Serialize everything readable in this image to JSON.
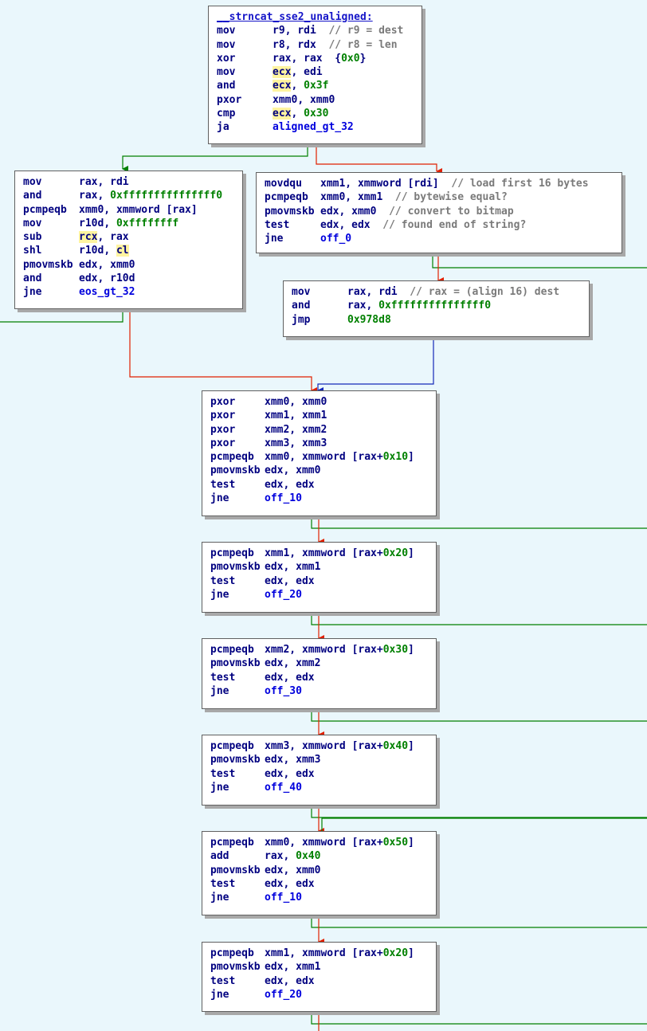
{
  "colors": {
    "background": "#eaf7fc",
    "true_edge": "#008000",
    "false_edge": "#e02000",
    "jump_edge": "#1428b8",
    "register": "#000080",
    "number": "#008000",
    "label": "#0000dd",
    "comment": "#7a7a7a",
    "highlight": "#fff4a0"
  },
  "blocks": [
    {
      "id": "b0",
      "title": "__strncat_sse2_unaligned:",
      "lines": [
        {
          "mn": "mov",
          "op": [
            {
              "t": "r9",
              "c": "reg"
            },
            {
              "t": ", "
            },
            {
              "t": "rdi",
              "c": "reg"
            },
            {
              "t": "  // r9 = dest",
              "c": "cmt"
            }
          ]
        },
        {
          "mn": "mov",
          "op": [
            {
              "t": "r8",
              "c": "reg"
            },
            {
              "t": ", "
            },
            {
              "t": "rdx",
              "c": "reg"
            },
            {
              "t": "  // r8 = len",
              "c": "cmt"
            }
          ]
        },
        {
          "mn": "xor",
          "op": [
            {
              "t": "rax",
              "c": "reg"
            },
            {
              "t": ", "
            },
            {
              "t": "rax",
              "c": "reg"
            },
            {
              "t": "  {"
            },
            {
              "t": "0x0",
              "c": "num"
            },
            {
              "t": "}"
            }
          ]
        },
        {
          "mn": "mov",
          "op": [
            {
              "t": "ecx",
              "c": "reg",
              "hl": true
            },
            {
              "t": ", "
            },
            {
              "t": "edi",
              "c": "reg"
            }
          ]
        },
        {
          "mn": "and",
          "op": [
            {
              "t": "ecx",
              "c": "reg",
              "hl": true
            },
            {
              "t": ", "
            },
            {
              "t": "0x3f",
              "c": "num"
            }
          ]
        },
        {
          "mn": "pxor",
          "op": [
            {
              "t": "xmm0",
              "c": "reg"
            },
            {
              "t": ", "
            },
            {
              "t": "xmm0",
              "c": "reg"
            }
          ]
        },
        {
          "mn": "cmp",
          "op": [
            {
              "t": "ecx",
              "c": "reg",
              "hl": true
            },
            {
              "t": ", "
            },
            {
              "t": "0x30",
              "c": "num"
            }
          ]
        },
        {
          "mn": "ja",
          "op": [
            {
              "t": "aligned_gt_32",
              "c": "lbl"
            }
          ]
        }
      ]
    },
    {
      "id": "b1",
      "lines": [
        {
          "mn": "mov",
          "op": [
            {
              "t": "rax",
              "c": "reg"
            },
            {
              "t": ", "
            },
            {
              "t": "rdi",
              "c": "reg"
            }
          ]
        },
        {
          "mn": "and",
          "op": [
            {
              "t": "rax",
              "c": "reg"
            },
            {
              "t": ", "
            },
            {
              "t": "0xfffffffffffffff0",
              "c": "num"
            }
          ]
        },
        {
          "mn": "pcmpeqb",
          "op": [
            {
              "t": "xmm0, xmmword [rax]",
              "c": "reg"
            }
          ]
        },
        {
          "mn": "mov",
          "op": [
            {
              "t": "r10d",
              "c": "reg"
            },
            {
              "t": ", "
            },
            {
              "t": "0xffffffff",
              "c": "num"
            }
          ]
        },
        {
          "mn": "sub",
          "op": [
            {
              "t": "rcx",
              "c": "reg",
              "hl": true
            },
            {
              "t": ", "
            },
            {
              "t": "rax",
              "c": "reg"
            }
          ]
        },
        {
          "mn": "shl",
          "op": [
            {
              "t": "r10d",
              "c": "reg"
            },
            {
              "t": ", "
            },
            {
              "t": "cl",
              "c": "reg",
              "hl": true
            }
          ]
        },
        {
          "mn": "pmovmskb",
          "op": [
            {
              "t": "edx, xmm0",
              "c": "reg"
            }
          ]
        },
        {
          "mn": "and",
          "op": [
            {
              "t": "edx",
              "c": "reg"
            },
            {
              "t": ", "
            },
            {
              "t": "r10d",
              "c": "reg"
            }
          ]
        },
        {
          "mn": "jne",
          "op": [
            {
              "t": "eos_gt_32",
              "c": "lbl"
            }
          ]
        }
      ]
    },
    {
      "id": "b2",
      "lines": [
        {
          "mn": "movdqu",
          "op": [
            {
              "t": "xmm1, xmmword [rdi]",
              "c": "reg"
            },
            {
              "t": "  // load first 16 bytes",
              "c": "cmt"
            }
          ]
        },
        {
          "mn": "pcmpeqb",
          "op": [
            {
              "t": "xmm0, xmm1",
              "c": "reg"
            },
            {
              "t": "  // bytewise equal?",
              "c": "cmt"
            }
          ]
        },
        {
          "mn": "pmovmskb",
          "op": [
            {
              "t": "edx, xmm0",
              "c": "reg"
            },
            {
              "t": "  // convert to bitmap",
              "c": "cmt"
            }
          ]
        },
        {
          "mn": "test",
          "op": [
            {
              "t": "edx, edx",
              "c": "reg"
            },
            {
              "t": "  // found end of string?",
              "c": "cmt"
            }
          ]
        },
        {
          "mn": "jne",
          "op": [
            {
              "t": "off_0",
              "c": "lbl"
            }
          ]
        }
      ]
    },
    {
      "id": "b3",
      "lines": [
        {
          "mn": "mov",
          "op": [
            {
              "t": "rax",
              "c": "reg"
            },
            {
              "t": ", "
            },
            {
              "t": "rdi",
              "c": "reg"
            },
            {
              "t": "  // rax = (align 16) dest",
              "c": "cmt"
            }
          ]
        },
        {
          "mn": "and",
          "op": [
            {
              "t": "rax",
              "c": "reg"
            },
            {
              "t": ", "
            },
            {
              "t": "0xfffffffffffffff0",
              "c": "num"
            }
          ]
        },
        {
          "mn": "jmp",
          "op": [
            {
              "t": "0x978d8",
              "c": "num"
            }
          ]
        }
      ]
    },
    {
      "id": "b4",
      "lines": [
        {
          "mn": "pxor",
          "op": [
            {
              "t": "xmm0, xmm0",
              "c": "reg"
            }
          ]
        },
        {
          "mn": "pxor",
          "op": [
            {
              "t": "xmm1, xmm1",
              "c": "reg"
            }
          ]
        },
        {
          "mn": "pxor",
          "op": [
            {
              "t": "xmm2, xmm2",
              "c": "reg"
            }
          ]
        },
        {
          "mn": "pxor",
          "op": [
            {
              "t": "xmm3, xmm3",
              "c": "reg"
            }
          ]
        },
        {
          "mn": "pcmpeqb",
          "op": [
            {
              "t": "xmm0, xmmword [rax+",
              "c": "reg"
            },
            {
              "t": "0x10",
              "c": "num"
            },
            {
              "t": "]",
              "c": "reg"
            }
          ]
        },
        {
          "mn": "pmovmskb",
          "op": [
            {
              "t": "edx, xmm0",
              "c": "reg"
            }
          ]
        },
        {
          "mn": "test",
          "op": [
            {
              "t": "edx, edx",
              "c": "reg"
            }
          ]
        },
        {
          "mn": "jne",
          "op": [
            {
              "t": "off_10",
              "c": "lbl"
            }
          ]
        }
      ]
    },
    {
      "id": "b5",
      "lines": [
        {
          "mn": "pcmpeqb",
          "op": [
            {
              "t": "xmm1, xmmword [rax+",
              "c": "reg"
            },
            {
              "t": "0x20",
              "c": "num"
            },
            {
              "t": "]",
              "c": "reg"
            }
          ]
        },
        {
          "mn": "pmovmskb",
          "op": [
            {
              "t": "edx, xmm1",
              "c": "reg"
            }
          ]
        },
        {
          "mn": "test",
          "op": [
            {
              "t": "edx, edx",
              "c": "reg"
            }
          ]
        },
        {
          "mn": "jne",
          "op": [
            {
              "t": "off_20",
              "c": "lbl"
            }
          ]
        }
      ]
    },
    {
      "id": "b6",
      "lines": [
        {
          "mn": "pcmpeqb",
          "op": [
            {
              "t": "xmm2, xmmword [rax+",
              "c": "reg"
            },
            {
              "t": "0x30",
              "c": "num"
            },
            {
              "t": "]",
              "c": "reg"
            }
          ]
        },
        {
          "mn": "pmovmskb",
          "op": [
            {
              "t": "edx, xmm2",
              "c": "reg"
            }
          ]
        },
        {
          "mn": "test",
          "op": [
            {
              "t": "edx, edx",
              "c": "reg"
            }
          ]
        },
        {
          "mn": "jne",
          "op": [
            {
              "t": "off_30",
              "c": "lbl"
            }
          ]
        }
      ]
    },
    {
      "id": "b7",
      "lines": [
        {
          "mn": "pcmpeqb",
          "op": [
            {
              "t": "xmm3, xmmword [rax+",
              "c": "reg"
            },
            {
              "t": "0x40",
              "c": "num"
            },
            {
              "t": "]",
              "c": "reg"
            }
          ]
        },
        {
          "mn": "pmovmskb",
          "op": [
            {
              "t": "edx, xmm3",
              "c": "reg"
            }
          ]
        },
        {
          "mn": "test",
          "op": [
            {
              "t": "edx, edx",
              "c": "reg"
            }
          ]
        },
        {
          "mn": "jne",
          "op": [
            {
              "t": "off_40",
              "c": "lbl"
            }
          ]
        }
      ]
    },
    {
      "id": "b8",
      "lines": [
        {
          "mn": "pcmpeqb",
          "op": [
            {
              "t": "xmm0, xmmword [rax+",
              "c": "reg"
            },
            {
              "t": "0x50",
              "c": "num"
            },
            {
              "t": "]",
              "c": "reg"
            }
          ]
        },
        {
          "mn": "add",
          "op": [
            {
              "t": "rax",
              "c": "reg"
            },
            {
              "t": ", "
            },
            {
              "t": "0x40",
              "c": "num"
            }
          ]
        },
        {
          "mn": "pmovmskb",
          "op": [
            {
              "t": "edx, xmm0",
              "c": "reg"
            }
          ]
        },
        {
          "mn": "test",
          "op": [
            {
              "t": "edx, edx",
              "c": "reg"
            }
          ]
        },
        {
          "mn": "jne",
          "op": [
            {
              "t": "off_10",
              "c": "lbl"
            }
          ]
        }
      ]
    },
    {
      "id": "b9",
      "lines": [
        {
          "mn": "pcmpeqb",
          "op": [
            {
              "t": "xmm1, xmmword [rax+",
              "c": "reg"
            },
            {
              "t": "0x20",
              "c": "num"
            },
            {
              "t": "]",
              "c": "reg"
            }
          ]
        },
        {
          "mn": "pmovmskb",
          "op": [
            {
              "t": "edx, xmm1",
              "c": "reg"
            }
          ]
        },
        {
          "mn": "test",
          "op": [
            {
              "t": "edx, edx",
              "c": "reg"
            }
          ]
        },
        {
          "mn": "jne",
          "op": [
            {
              "t": "off_20",
              "c": "lbl"
            }
          ]
        }
      ]
    }
  ]
}
